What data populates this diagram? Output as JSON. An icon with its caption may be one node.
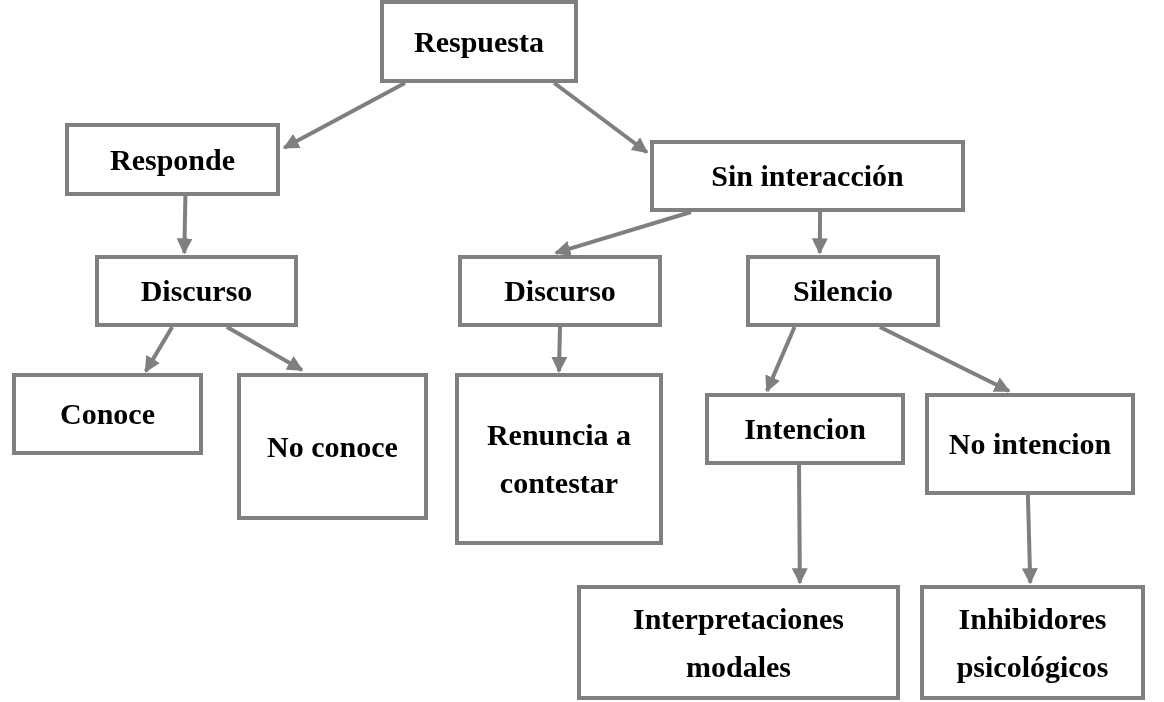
{
  "diagram": {
    "nodes": [
      {
        "text": [
          "Respuesta"
        ]
      },
      {
        "text": [
          "Responde"
        ]
      },
      {
        "text": [
          "Sin interacción"
        ]
      },
      {
        "text": [
          "Discurso"
        ]
      },
      {
        "text": [
          "Discurso"
        ]
      },
      {
        "text": [
          "Silencio"
        ]
      },
      {
        "text": [
          "Conoce"
        ]
      },
      {
        "text": [
          "No conoce"
        ]
      },
      {
        "text": [
          "Renuncia a contestar"
        ]
      },
      {
        "text": [
          "Intencion"
        ]
      },
      {
        "text": [
          "No intencion"
        ]
      },
      {
        "text": [
          "Interpretaciones modales"
        ]
      },
      {
        "text": [
          "Inhibidores psicológicos"
        ]
      }
    ],
    "edges": [
      {
        "from": 0,
        "to": 1,
        "arrow": "to"
      },
      {
        "from": 0,
        "to": 2,
        "arrow": "to"
      },
      {
        "from": 1,
        "to": 3,
        "arrow": "to"
      },
      {
        "from": 2,
        "to": 4,
        "arrow": "to"
      },
      {
        "from": 2,
        "to": 5,
        "arrow": "to"
      },
      {
        "from": 3,
        "to": 6,
        "arrow": "to"
      },
      {
        "from": 3,
        "to": 7,
        "arrow": "to"
      },
      {
        "from": 4,
        "to": 8,
        "arrow": "to"
      },
      {
        "from": 5,
        "to": 9,
        "arrow": "to"
      },
      {
        "from": 5,
        "to": 10,
        "arrow": "to"
      },
      {
        "from": 9,
        "to": 11,
        "arrow": "to"
      },
      {
        "from": 10,
        "to": 12,
        "arrow": "to"
      }
    ]
  }
}
